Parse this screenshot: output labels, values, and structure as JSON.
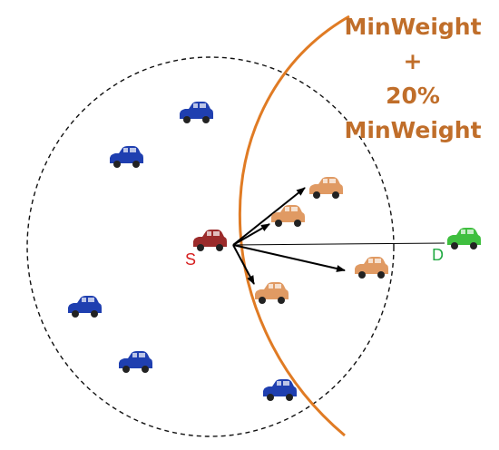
{
  "diagram": {
    "title_lines": [
      "MinWeight",
      "+",
      "20%",
      "MinWeight"
    ],
    "source_label": "S",
    "destination_label": "D",
    "colors": {
      "range_circle": "#111111",
      "boundary_arc": "#e07b24",
      "source_car": "#9b2b2b",
      "destination_car": "#3fbf3f",
      "candidate_car": "#e09a63",
      "other_car": "#1f3fb0",
      "source_label": "#d62020",
      "destination_label": "#22aa44",
      "title": "#c06e2a",
      "arrow": "#000000",
      "line": "#000000"
    },
    "icons": {
      "source": "car-icon",
      "destination": "car-icon",
      "candidates": "car-icon",
      "others": "car-icon"
    }
  }
}
